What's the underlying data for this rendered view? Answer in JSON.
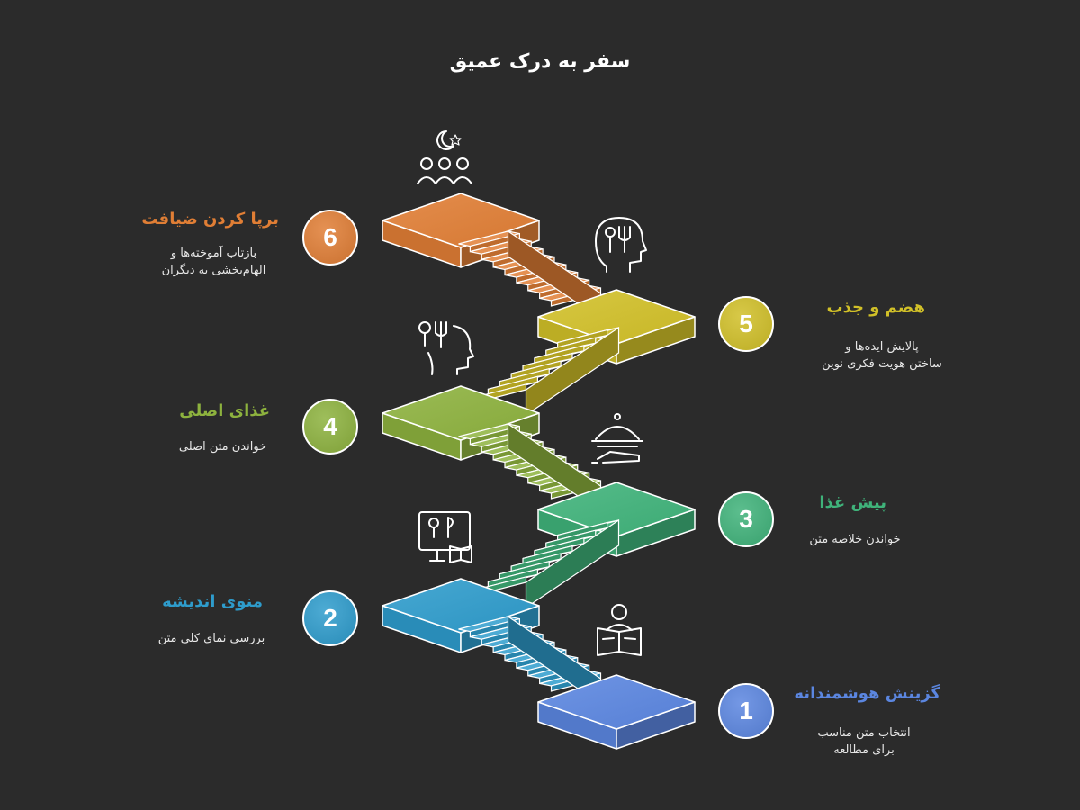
{
  "title": "سفر به درک عمیق",
  "steps": [
    {
      "number": "1",
      "title": "گزینش هوشمندانه",
      "desc": [
        "انتخاب متن مناسب",
        "برای مطالعه"
      ],
      "color": "#5b86e0",
      "icon": "person-reading-icon"
    },
    {
      "number": "2",
      "title": "منوی اندیشه",
      "desc": [
        "بررسی نمای کلی متن"
      ],
      "color": "#2e9ccc",
      "icon": "menu-board-book-icon"
    },
    {
      "number": "3",
      "title": "پیش غذا",
      "desc": [
        "خواندن خلاصه متن"
      ],
      "color": "#3fb37a",
      "icon": "serving-platter-icon"
    },
    {
      "number": "4",
      "title": "غذای اصلی",
      "desc": [
        "خواندن متن اصلی"
      ],
      "color": "#8db23e",
      "icon": "head-cutlery-icon"
    },
    {
      "number": "5",
      "title": "هضم و جذب",
      "desc": [
        "پالایش ایده‌ها و",
        "ساختن هویت فکری نوین"
      ],
      "color": "#d1c028",
      "icon": "head-cutlery-icon"
    },
    {
      "number": "6",
      "title": "برپا کردن ضیافت",
      "desc": [
        "بازتاب آموخته‌ها و",
        "الهام‌بخشی به دیگران"
      ],
      "color": "#e07e35",
      "icon": "people-crescent-icon"
    }
  ]
}
